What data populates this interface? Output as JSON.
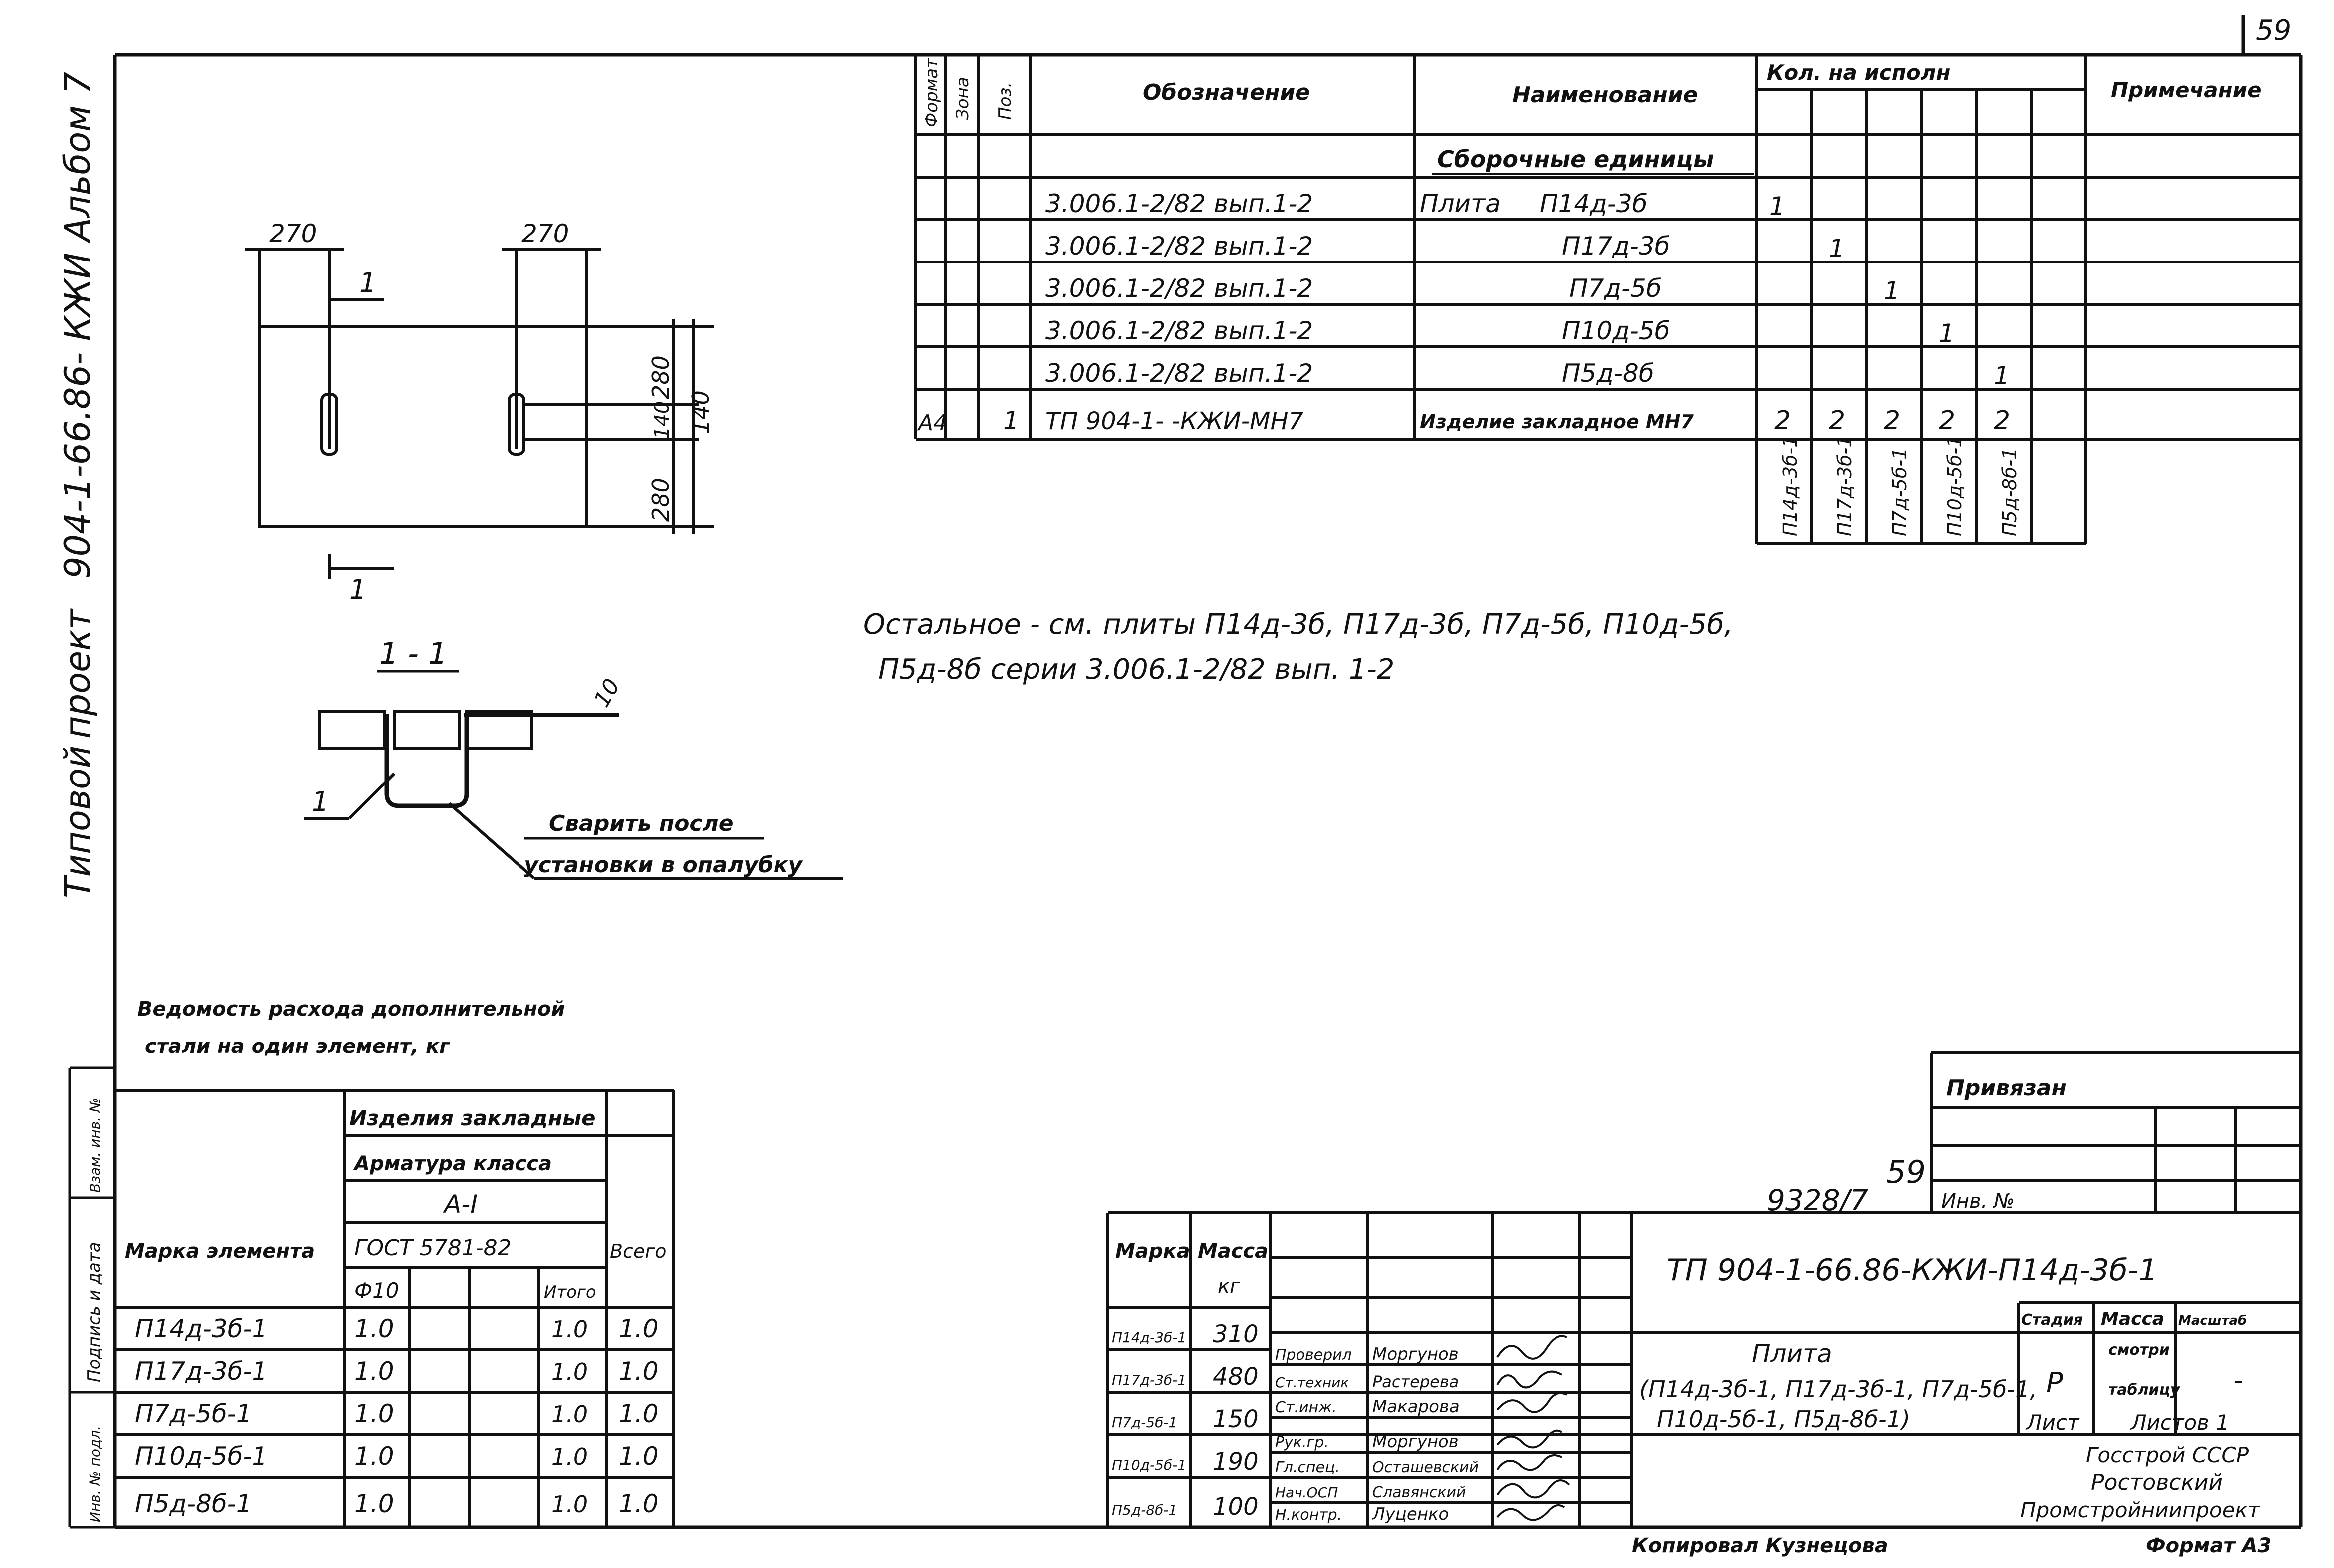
{
  "page_number": "59",
  "side_title": {
    "word1": "Типовой",
    "word2": "проект",
    "code": "904-1-66.86- КЖИ Альбом 7"
  },
  "drawing": {
    "dim_left_top": "270",
    "dim_right_top": "270",
    "dim_right_280_top": "280",
    "dim_right_140_mid": "140",
    "dim_right_280_bot": "280",
    "dim_right_total": "140",
    "section_mark": "1",
    "section_title": "1 - 1",
    "weld_size": "10",
    "leader_label": "1",
    "weld_note_line1": "Сварить после",
    "weld_note_line2": "установки в опалубку"
  },
  "spec_table": {
    "headers": {
      "format": "Формат",
      "zone": "Зона",
      "pos": "Поз.",
      "designation": "Обозначение",
      "name": "Наименование",
      "qty": "Кол. на исполн",
      "note": "Примечание"
    },
    "section_heading": "Сборочные единицы",
    "rows": [
      {
        "designation": "3.006.1-2/82 вып.1-2",
        "name_pre": "Плита",
        "name": "П14д-3б",
        "qty": [
          "1",
          "",
          "",
          "",
          ""
        ]
      },
      {
        "designation": "3.006.1-2/82 вып.1-2",
        "name_pre": "",
        "name": "П17д-3б",
        "qty": [
          "",
          "1",
          "",
          "",
          ""
        ]
      },
      {
        "designation": "3.006.1-2/82 вып.1-2",
        "name_pre": "",
        "name": "П7д-5б",
        "qty": [
          "",
          "",
          "1",
          "",
          ""
        ]
      },
      {
        "designation": "3.006.1-2/82 вып.1-2",
        "name_pre": "",
        "name": "П10д-5б",
        "qty": [
          "",
          "",
          "",
          "1",
          ""
        ]
      },
      {
        "designation": "3.006.1-2/82 вып.1-2",
        "name_pre": "",
        "name": "П5д-8б",
        "qty": [
          "",
          "",
          "",
          "",
          "1"
        ]
      }
    ],
    "last_row": {
      "format": "А4",
      "pos": "1",
      "designation": "ТП 904-1- -КЖИ-МН7",
      "name": "Изделие закладное МН7",
      "qty": [
        "2",
        "2",
        "2",
        "2",
        "2"
      ]
    },
    "variants": [
      "П14д-3б-1",
      "П17д-3б-1",
      "П7д-5б-1",
      "П10д-5б-1",
      "П5д-8б-1"
    ]
  },
  "remaining_note": {
    "line1": "Остальное - см. плиты П14д-3б, П17д-3б, П7д-5б, П10д-5б,",
    "line2": "П5д-8б серии 3.006.1-2/82 вып. 1-2"
  },
  "steel_table": {
    "title_line1": "Ведомость расхода дополнительной",
    "title_line2": "стали на один элемент, кг",
    "col_mark": "Марка элемента",
    "col_embedded": "Изделия закладные",
    "col_rebar": "Арматура класса",
    "col_class": "А-I",
    "col_gost": "ГОСТ 5781-82",
    "col_d10": "Ф10",
    "col_subtotal": "Итого",
    "col_total": "Всего",
    "rows": [
      {
        "mark": "П14д-3б-1",
        "d10": "1.0",
        "subtotal": "1.0",
        "total": "1.0"
      },
      {
        "mark": "П17д-3б-1",
        "d10": "1.0",
        "subtotal": "1.0",
        "total": "1.0"
      },
      {
        "mark": "П7д-5б-1",
        "d10": "1.0",
        "subtotal": "1.0",
        "total": "1.0"
      },
      {
        "mark": "П10д-5б-1",
        "d10": "1.0",
        "subtotal": "1.0",
        "total": "1.0"
      },
      {
        "mark": "П5д-8б-1",
        "d10": "1.0",
        "subtotal": "1.0",
        "total": "1.0"
      }
    ]
  },
  "left_stamp": {
    "inv_orig": "Инв. № подл.",
    "sign_date": "Подпись и дата",
    "replace_inv": "Взам. инв. №"
  },
  "binding": {
    "label": "Привязан",
    "inv_no": "Инв. №",
    "sheet_num": "59",
    "archive": "9328/7"
  },
  "title_block": {
    "doc_code": "ТП 904-1-66.86-КЖИ-П14д-3б-1",
    "mass_table": {
      "col_mark": "Марка",
      "col_mass": "Масса",
      "col_mass_unit": "кг",
      "rows": [
        {
          "mark": "П14д-3б-1",
          "mass": "310"
        },
        {
          "mark": "П17д-3б-1",
          "mass": "480"
        },
        {
          "mark": "П7д-5б-1",
          "mass": "150"
        },
        {
          "mark": "П10д-5б-1",
          "mass": "190"
        },
        {
          "mark": "П5д-8б-1",
          "mass": "100"
        }
      ]
    },
    "signatures": [
      {
        "role": "Проверил",
        "name": "Моргунов"
      },
      {
        "role": "Ст.техник",
        "name": "Растерева"
      },
      {
        "role": "Ст.инж.",
        "name": "Макарова"
      },
      {
        "role": "Рук.гр.",
        "name": "Моргунов"
      },
      {
        "role": "Гл.спец.",
        "name": "Осташевский"
      },
      {
        "role": "Нач.ОСП",
        "name": "Славянский"
      },
      {
        "role": "Н.контр.",
        "name": "Луценко"
      }
    ],
    "item_name": "Плита",
    "item_variants_line1": "(П14д-3б-1, П17д-3б-1, П7д-5б-1,",
    "item_variants_line2": "П10д-5б-1, П5д-8б-1)",
    "stage_label": "Стадия",
    "mass_label": "Масса",
    "scale_label": "Масштаб",
    "stage_value": "Р",
    "mass_value_line1": "смотри",
    "mass_value_line2": "таблицу",
    "scale_value": "-",
    "sheet_label": "Лист",
    "sheets_label": "Листов 1",
    "org_line1": "Госстрой СССР",
    "org_line2": "Ростовский",
    "org_line3": "Промстройниипроект"
  },
  "footer": {
    "copied": "Копировал Кузнецова",
    "format": "Формат А3"
  }
}
